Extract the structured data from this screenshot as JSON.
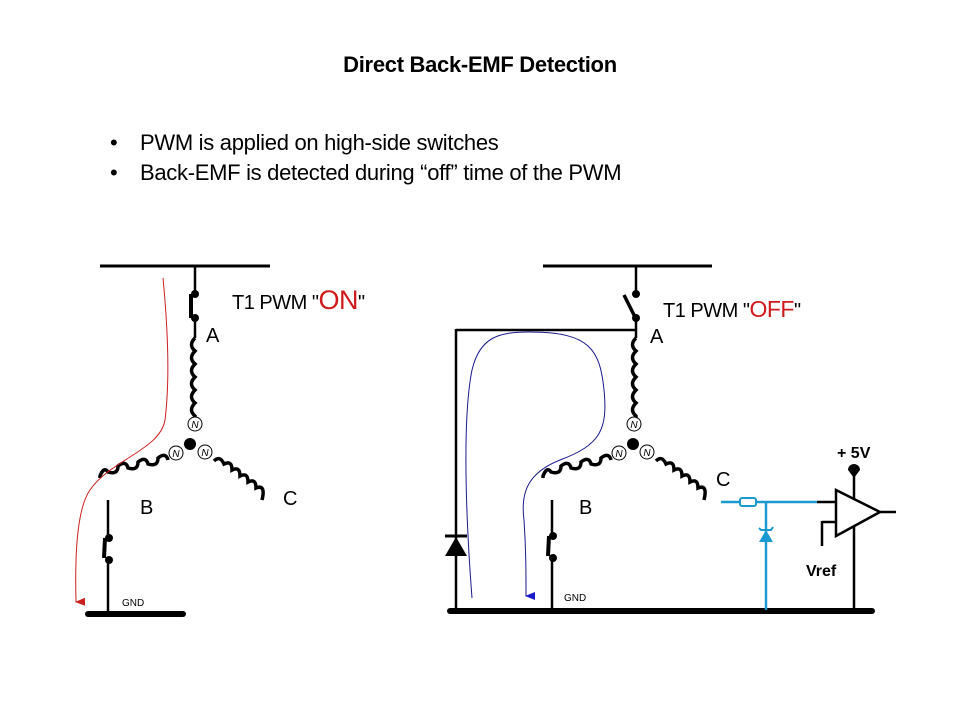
{
  "slide": {
    "title": "Direct Back-EMF Detection",
    "bullets": [
      "PWM is applied on high-side switches",
      "Back-EMF is detected during “off” time of the PWM"
    ],
    "bullet_glyph": "•"
  },
  "left_circuit": {
    "switch_label_prefix": "T1 PWM \"",
    "switch_state": "ON",
    "switch_label_suffix": "\"",
    "phase_labels": {
      "a": "A",
      "b": "B",
      "c": "C"
    },
    "ground_label": "GND",
    "neutral_label": "N",
    "current_path_color": "#cc1f1f"
  },
  "right_circuit": {
    "switch_label_prefix": "T1 PWM \"",
    "switch_state": "OFF",
    "switch_label_suffix": "\"",
    "phase_labels": {
      "a": "A",
      "b": "B",
      "c": "C"
    },
    "ground_label": "GND",
    "neutral_label": "N",
    "supply_label": "+ 5V",
    "vref_label": "Vref",
    "current_path_color": "#1a1a8c",
    "sense_circuit_color": "#1a9ad0"
  },
  "colors": {
    "state_text": "#d0191c",
    "wire": "#000000"
  }
}
